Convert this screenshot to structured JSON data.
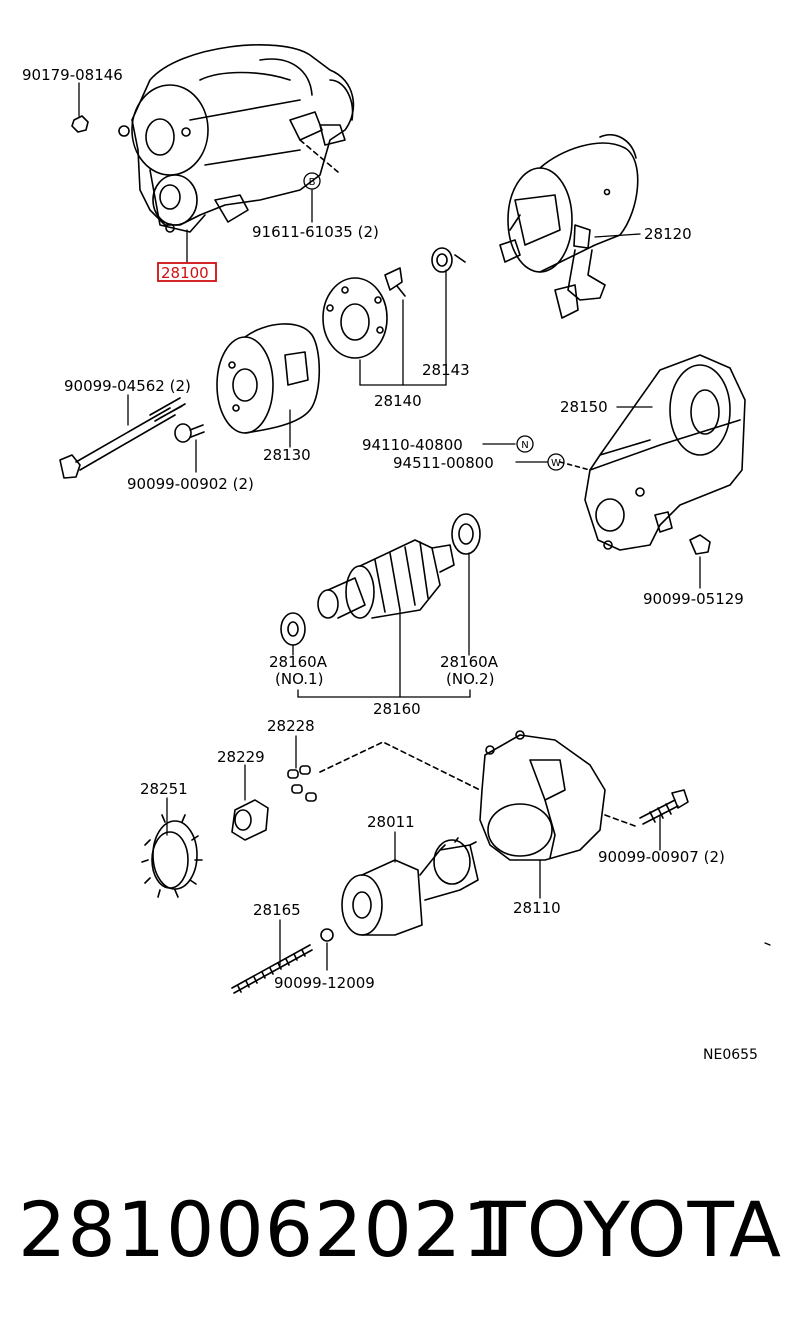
{
  "labels": {
    "p90179": "90179-08146",
    "p91611": "91611-61035 (2)",
    "p28100": "28100",
    "p28120": "28120",
    "p28143": "28143",
    "p28140": "28140",
    "p90099_04562": "90099-04562 (2)",
    "p28130": "28130",
    "p90099_00902": "90099-00902 (2)",
    "p28150": "28150",
    "p94110": "94110-40800",
    "p94511": "94511-00800",
    "p90099_05129": "90099-05129",
    "p28160a_1": "28160A",
    "p28160a_1_sub": "(NO.1)",
    "p28160a_2": "28160A",
    "p28160a_2_sub": "(NO.2)",
    "p28160": "28160",
    "p28228": "28228",
    "p28229": "28229",
    "p28251": "28251",
    "p28011": "28011",
    "p28110": "28110",
    "p90099_00907": "90099-00907 (2)",
    "p28165": "28165",
    "p90099_12009": "90099-12009",
    "code": "NE0655"
  },
  "markers": {
    "b": "B",
    "n": "N",
    "w": "W"
  },
  "footer": {
    "part_number": "2810062021",
    "brand": "TOYOTA"
  },
  "colors": {
    "highlight": "#d01010"
  }
}
